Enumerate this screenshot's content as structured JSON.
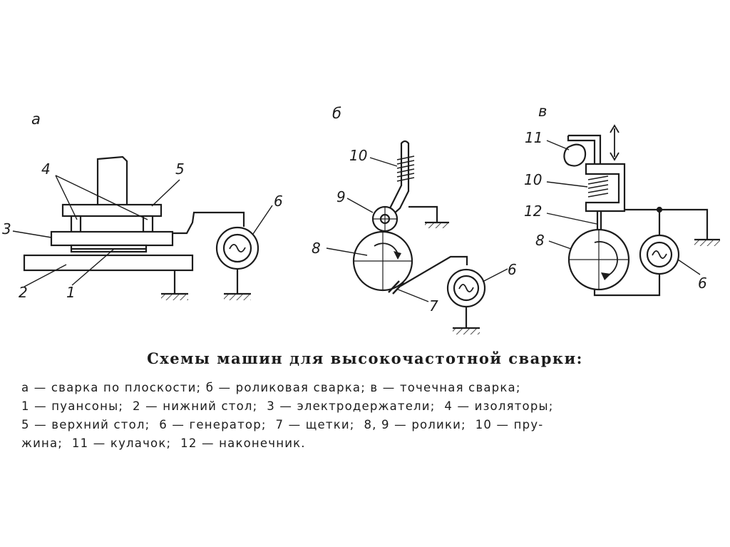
{
  "sections": {
    "a": "а",
    "b": "б",
    "v": "в"
  },
  "labels": {
    "a": [
      "4",
      "5",
      "3",
      "6",
      "2",
      "1"
    ],
    "b": [
      "10",
      "9",
      "8",
      "6",
      "7"
    ],
    "v": [
      "11",
      "10",
      "12",
      "8",
      "6"
    ]
  },
  "caption": {
    "title": "Схемы машин для высокочастотной сварки:",
    "lines": [
      "а — сварка по плоскости; б — роликовая сварка; в — точечная сварка;",
      "1 — пуансоны;  2 — нижний стол;  3 — электродержатели;  4 — изоляторы;",
      "5 — верхний стол;  6 — генератор;  7 — щетки;  8, 9 — ролики;  10 — пру-",
      "жина;  11 — кулачок;  12 — наконечник."
    ]
  }
}
